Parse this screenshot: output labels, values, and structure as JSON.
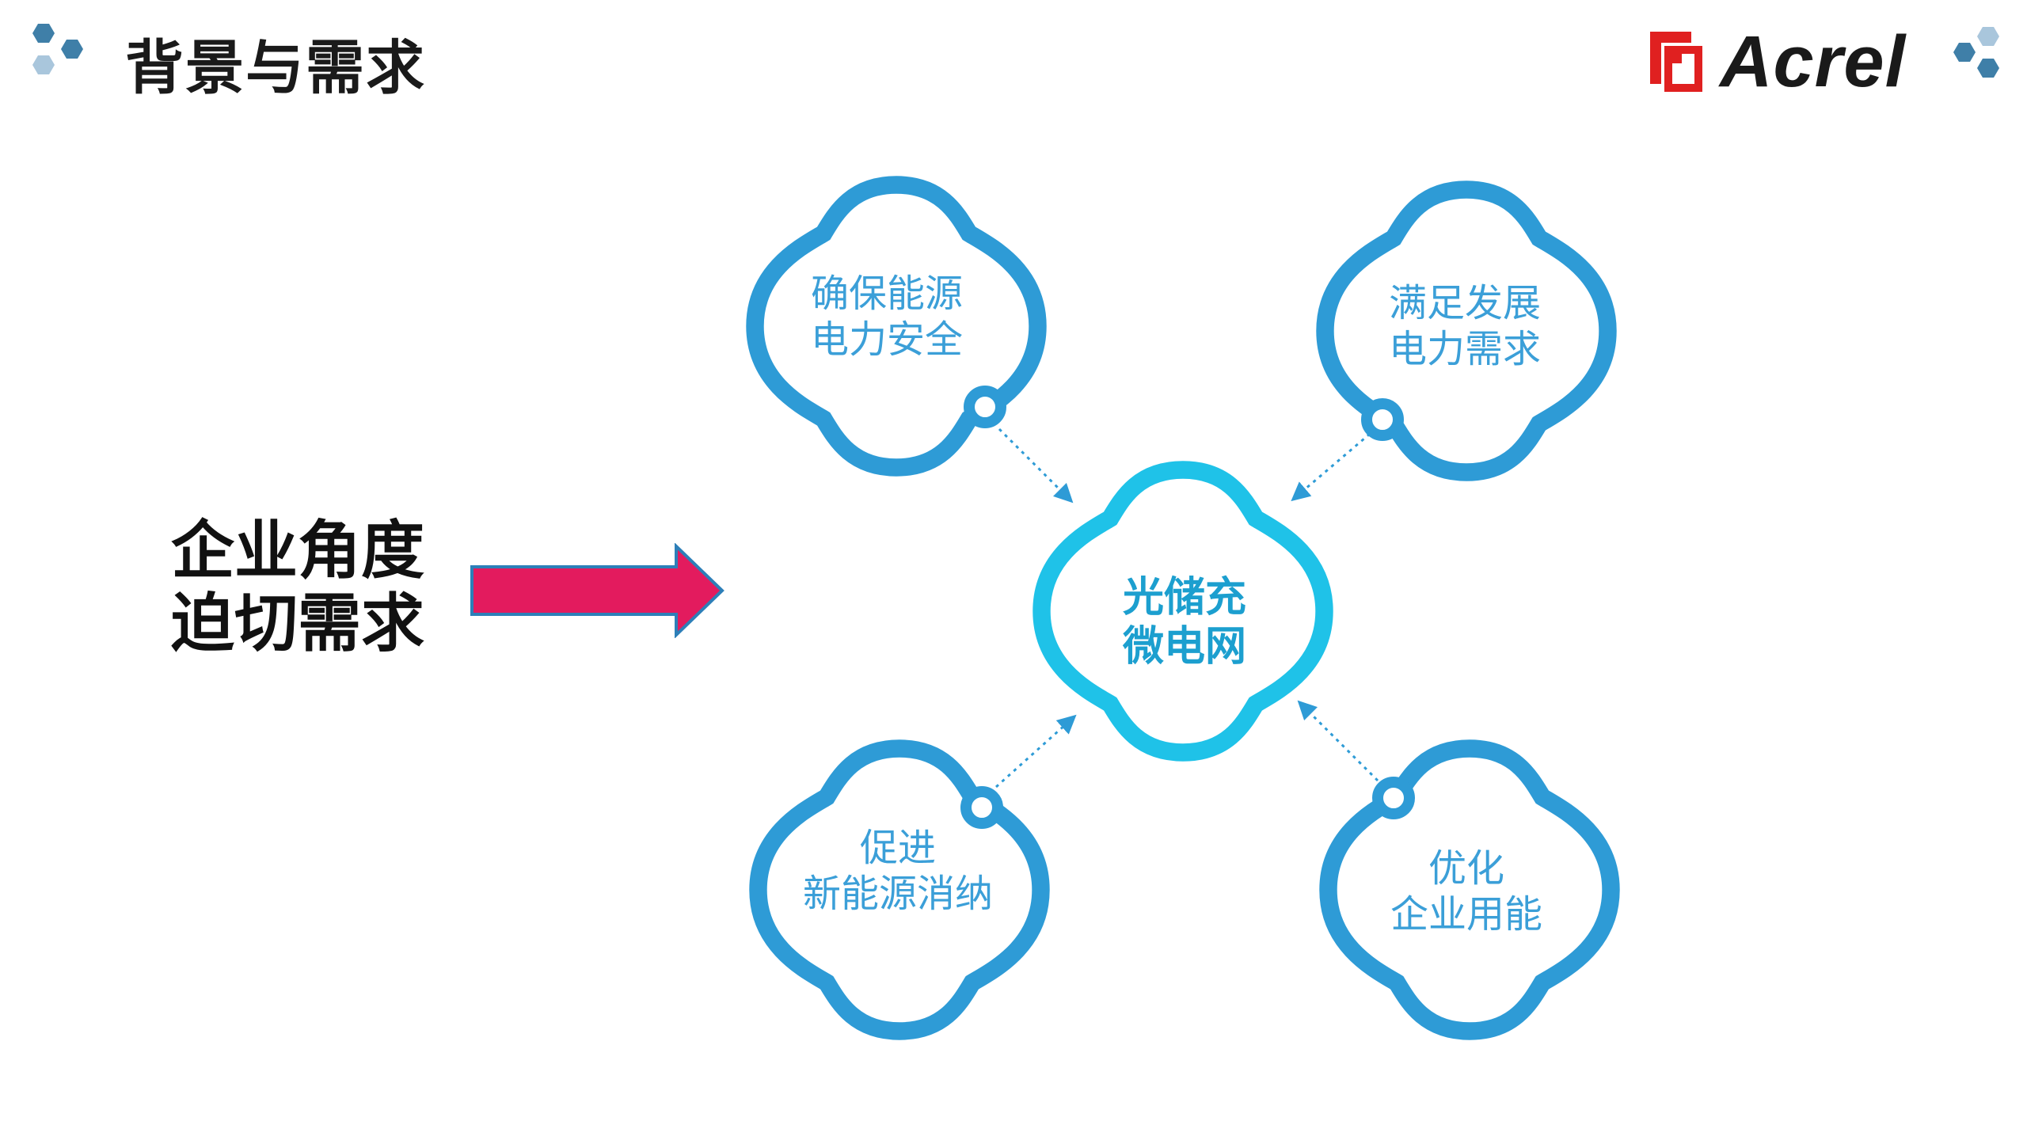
{
  "header": {
    "title": "背景与需求",
    "brand_name": "Acrel"
  },
  "left": {
    "line1": "企业角度",
    "line2": "迫切需求"
  },
  "center": {
    "line1": "光储充",
    "line2": "微电网"
  },
  "nodes": [
    {
      "line1": "确保能源",
      "line2": "电力安全"
    },
    {
      "line1": "满足发展",
      "line2": "电力需求"
    },
    {
      "line1": "促进",
      "line2": "新能源消纳"
    },
    {
      "line1": "优化",
      "line2": "企业用能"
    }
  ],
  "colors": {
    "node_stroke": "#2e9bd6",
    "center_stroke": "#1fc2e8",
    "node_text": "#3b9fd8",
    "center_text": "#1c9fcf",
    "arrow_fill": "#e31b5e",
    "arrow_stroke": "#2d7fb8",
    "hex_dark": "#3f7fa8",
    "hex_light": "#a9c6dc",
    "brand_red": "#e02020"
  }
}
